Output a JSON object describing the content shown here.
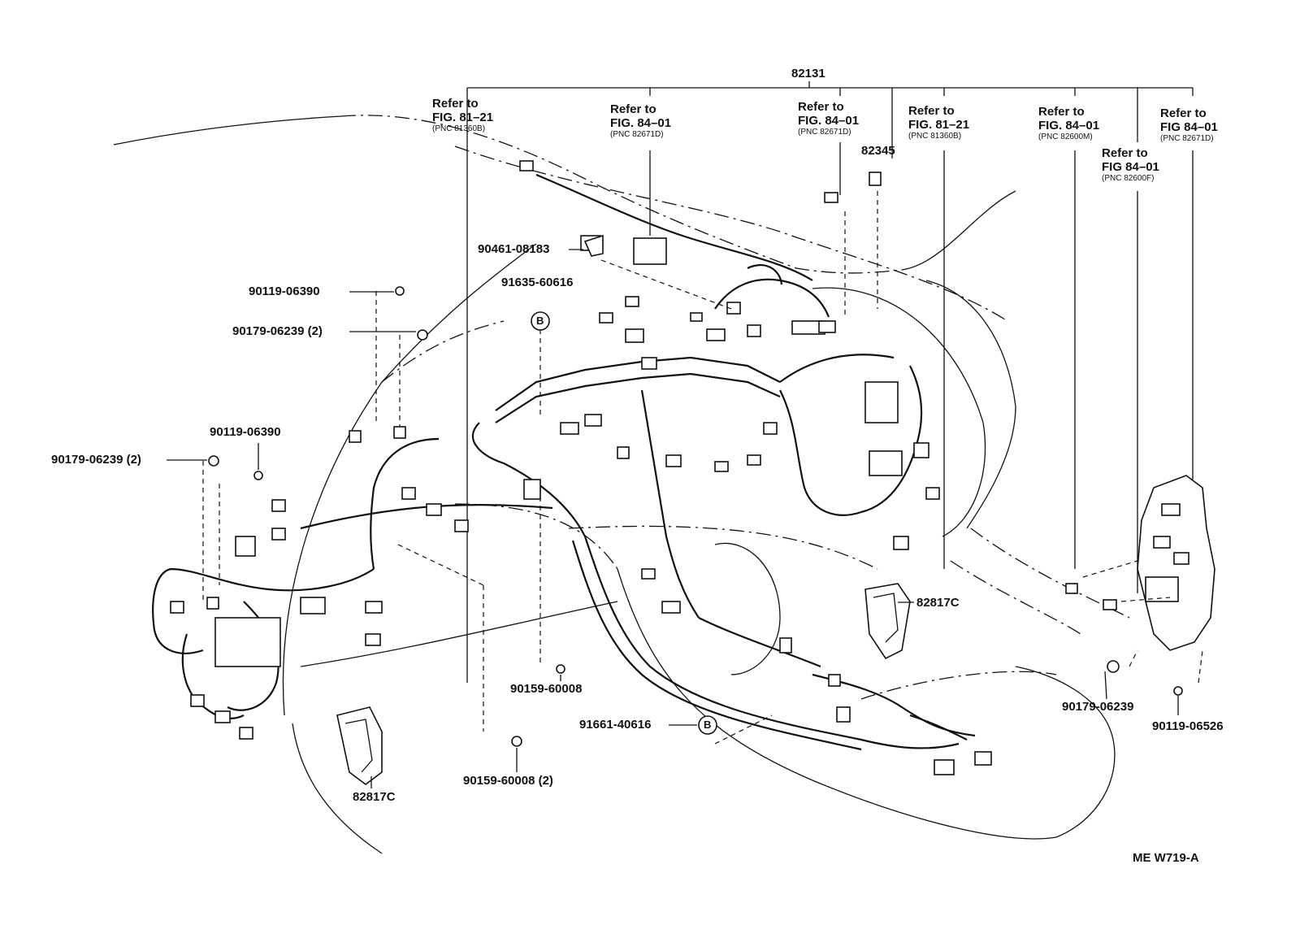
{
  "diagram": {
    "top_part": "82131",
    "code": "ME W719-A",
    "callout_marker": "B",
    "references": [
      {
        "a": "Refer to",
        "b": "FIG. 81–21",
        "c": "(PNC 81360B)"
      },
      {
        "a": "Refer to",
        "b": "FIG. 84–01",
        "c": "(PNC 82671D)"
      },
      {
        "a": "Refer to",
        "b": "FIG. 84–01",
        "c": "(PNC 82671D)"
      },
      {
        "a": "Refer to",
        "b": "FIG. 81–21",
        "c": "(PNC 81360B)"
      },
      {
        "a": "Refer to",
        "b": "FIG. 84–01",
        "c": "(PNC 82600M)"
      },
      {
        "a": "Refer to",
        "b": "FIG 84–01",
        "c": "(PNC 82600F)"
      },
      {
        "a": "Refer to",
        "b": "FIG 84–01",
        "c": "(PNC 82671D)"
      }
    ],
    "part_labels": [
      "82345",
      "90461-08183",
      "91635-60616",
      "90119-06390",
      "90179-06239 (2)",
      "90119-06390",
      "90179-06239 (2)",
      "82817C",
      "90159-60008",
      "91661-40616",
      "90159-60008 (2)",
      "82817C",
      "90179-06239",
      "90119-06526"
    ]
  }
}
